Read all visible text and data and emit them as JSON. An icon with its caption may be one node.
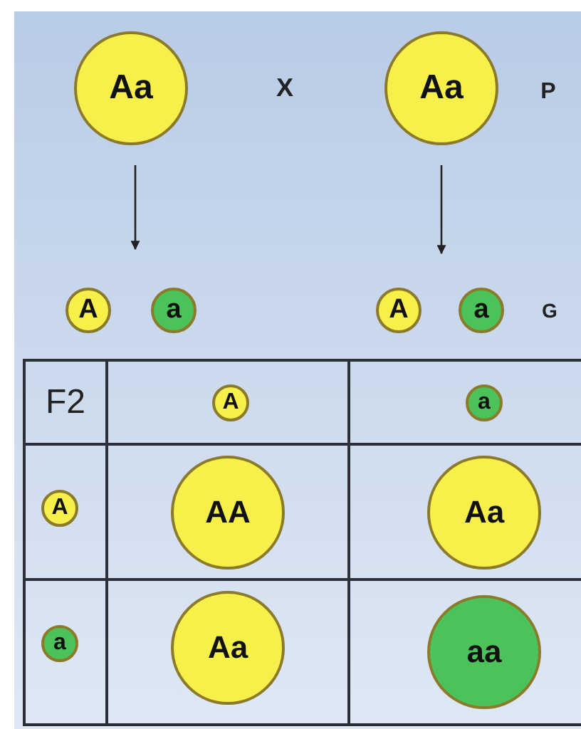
{
  "diagram": {
    "nodes": [
      {
        "text": [
          "Aa"
        ]
      },
      {
        "text": [
          "Aa"
        ]
      },
      {
        "text": [
          "A"
        ]
      },
      {
        "text": [
          "a"
        ]
      },
      {
        "text": [
          "A"
        ]
      },
      {
        "text": [
          "a"
        ]
      },
      {
        "text": [
          "A"
        ]
      },
      {
        "text": [
          "a"
        ]
      },
      {
        "text": [
          "A"
        ]
      },
      {
        "text": [
          "AA"
        ]
      },
      {
        "text": [
          "Aa"
        ]
      },
      {
        "text": [
          "a"
        ]
      },
      {
        "text": [
          "Aa"
        ]
      },
      {
        "text": [
          "aa"
        ]
      }
    ],
    "edges": [
      {
        "from": 0,
        "to": null,
        "arrow": "to"
      },
      {
        "from": 1,
        "to": null,
        "arrow": "to"
      }
    ],
    "labels": [
      "X",
      "P",
      "G",
      "F2"
    ]
  }
}
